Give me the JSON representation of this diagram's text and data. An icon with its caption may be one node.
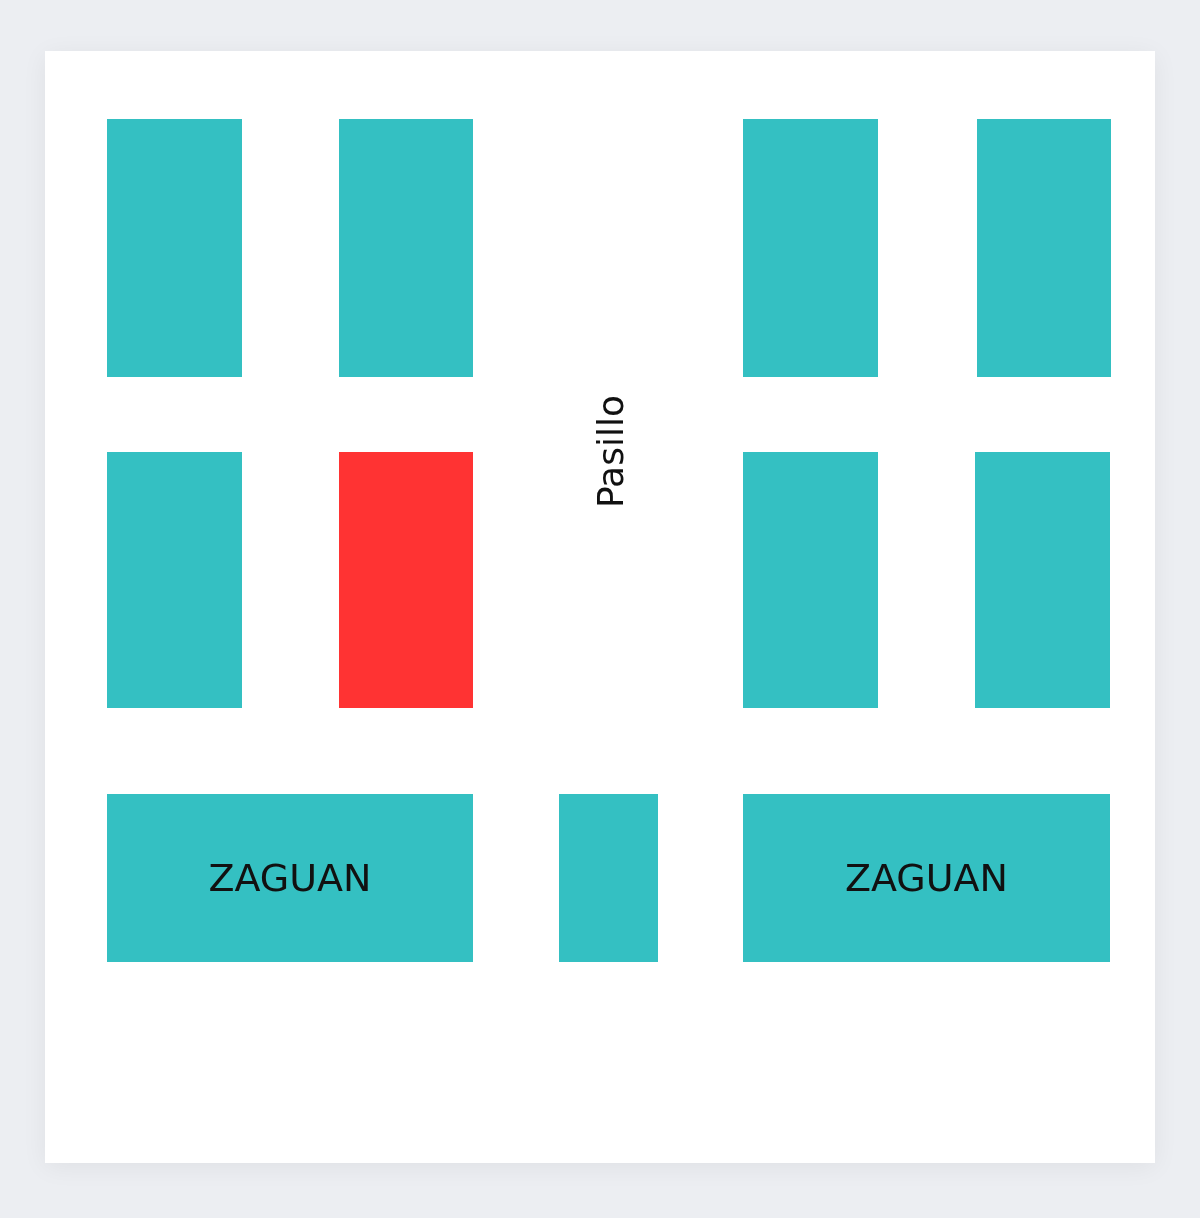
{
  "diagram": {
    "nodes": [
      {
        "text": [],
        "shape": "box"
      },
      {
        "text": [],
        "shape": "box"
      },
      {
        "text": [],
        "shape": "box"
      },
      {
        "text": [],
        "shape": "box"
      },
      {
        "text": [],
        "shape": "box"
      },
      {
        "text": [],
        "shape": "box"
      },
      {
        "text": [],
        "shape": "box"
      },
      {
        "text": [],
        "shape": "box"
      },
      {
        "text": [
          "ZAGUAN"
        ]
      },
      {
        "text": [],
        "shape": "box"
      },
      {
        "text": [
          "ZAGUAN"
        ]
      }
    ],
    "labels": [
      "Pasillo"
    ]
  }
}
